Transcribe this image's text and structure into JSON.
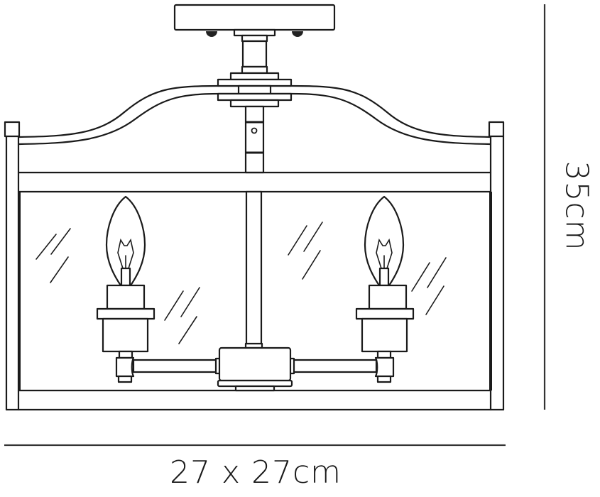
{
  "diagram": {
    "subject": "Semi-flush ceiling light fixture, 2-light lantern with glass panels",
    "parts": [
      "ceiling-plate",
      "mounting-screws",
      "stem",
      "curved-top-frame",
      "center-rod",
      "frame-posts",
      "glass-panels",
      "candle-bulbs",
      "candle-holders",
      "arm-hub"
    ],
    "bulb_count": 2
  },
  "dimensions": {
    "width_label": "27 x 27cm",
    "height_label": "35cm"
  },
  "colors": {
    "line": "#1a1a1a",
    "dimension_line": "#333333",
    "background": "#ffffff"
  }
}
